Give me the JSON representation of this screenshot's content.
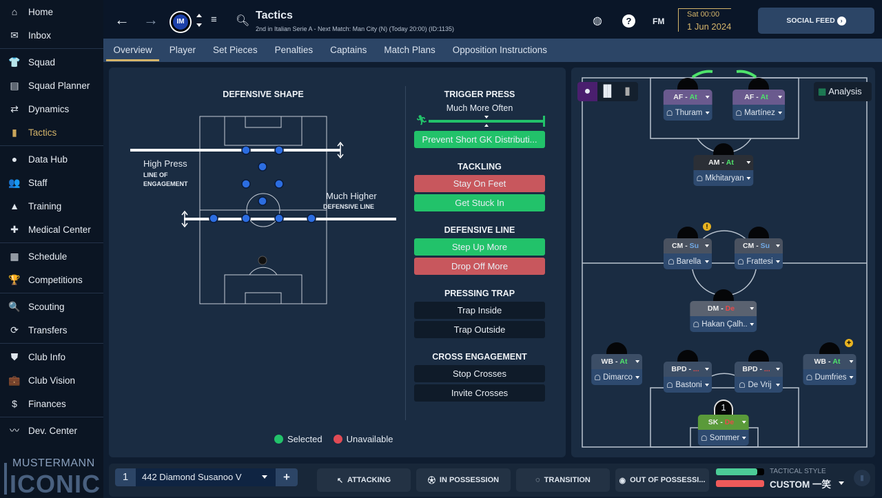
{
  "sidebar": {
    "items": [
      {
        "label": "Home",
        "icon": "home-icon",
        "g": "⌂"
      },
      {
        "label": "Inbox",
        "icon": "inbox-icon",
        "g": "✉"
      },
      {
        "label": "Squad",
        "icon": "shirt-icon",
        "g": "👕"
      },
      {
        "label": "Squad Planner",
        "icon": "clipboard-icon",
        "g": "▤"
      },
      {
        "label": "Dynamics",
        "icon": "dynamics-icon",
        "g": "⇄"
      },
      {
        "label": "Tactics",
        "icon": "tactics-icon",
        "g": "▮"
      },
      {
        "label": "Data Hub",
        "icon": "data-hub-icon",
        "g": "●"
      },
      {
        "label": "Staff",
        "icon": "staff-icon",
        "g": "👥"
      },
      {
        "label": "Training",
        "icon": "training-icon",
        "g": "▲"
      },
      {
        "label": "Medical Center",
        "icon": "medical-icon",
        "g": "✚"
      },
      {
        "label": "Schedule",
        "icon": "calendar-icon",
        "g": "▦"
      },
      {
        "label": "Competitions",
        "icon": "trophy-icon",
        "g": "🏆"
      },
      {
        "label": "Scouting",
        "icon": "search-icon",
        "g": "🔍"
      },
      {
        "label": "Transfers",
        "icon": "transfers-icon",
        "g": "⟳"
      },
      {
        "label": "Club Info",
        "icon": "shield-icon",
        "g": "⛊"
      },
      {
        "label": "Club Vision",
        "icon": "briefcase-icon",
        "g": "💼"
      },
      {
        "label": "Finances",
        "icon": "money-icon",
        "g": "$"
      },
      {
        "label": "Dev. Center",
        "icon": "dev-center-icon",
        "g": "〰"
      }
    ],
    "logo_top": "MUSTERMANN",
    "logo_bottom": "ICONIC"
  },
  "header": {
    "title": "Tactics",
    "subtitle": "2nd in Italian Serie A - Next Match: Man City (N) (Today 20:00) (ID:1135)",
    "date_day": "Sat 00:00",
    "date": "1 Jun 2024",
    "fm": "FM",
    "social_feed": "SOCIAL FEED"
  },
  "tabs": [
    "Overview",
    "Player",
    "Set Pieces",
    "Penalties",
    "Captains",
    "Match Plans",
    "Opposition Instructions"
  ],
  "defensive_shape": {
    "title": "DEFENSIVE SHAPE",
    "loe_value": "High Press",
    "loe_label": "LINE OF ENGAGEMENT",
    "dl_value": "Much Higher",
    "dl_label": "DEFENSIVE LINE"
  },
  "trigger_press": {
    "title": "TRIGGER PRESS",
    "value": "Much More Often",
    "level": 0.9,
    "button": "Prevent Short GK Distributi..."
  },
  "tackling": {
    "title": "TACKLING",
    "options": [
      "Stay On Feet",
      "Get Stuck In"
    ]
  },
  "defensive_line": {
    "title": "DEFENSIVE LINE",
    "options": [
      "Step Up More",
      "Drop Off More"
    ]
  },
  "pressing_trap": {
    "title": "PRESSING TRAP",
    "options": [
      "Trap Inside",
      "Trap Outside"
    ]
  },
  "cross_engagement": {
    "title": "CROSS ENGAGEMENT",
    "options": [
      "Stop Crosses",
      "Invite Crosses"
    ]
  },
  "legend": {
    "selected": "Selected",
    "unavailable": "Unavailable"
  },
  "colors": {
    "selected": "#22c26a",
    "unavailable": "#c8575d",
    "accent": "#d4b46a"
  },
  "pitch": {
    "analysis": "Analysis",
    "players": [
      {
        "pos": "AF",
        "duty": "At",
        "name": "Thuram"
      },
      {
        "pos": "AF",
        "duty": "At",
        "name": "Martínez"
      },
      {
        "pos": "AM",
        "duty": "At",
        "name": "Mkhitaryan"
      },
      {
        "pos": "CM",
        "duty": "Su",
        "name": "Barella"
      },
      {
        "pos": "CM",
        "duty": "Su",
        "name": "Frattesi"
      },
      {
        "pos": "DM",
        "duty": "De",
        "name": "Hakan Çalh.."
      },
      {
        "pos": "WB",
        "duty": "At",
        "name": "Dimarco"
      },
      {
        "pos": "BPD",
        "duty": "...",
        "name": "Bastoni"
      },
      {
        "pos": "BPD",
        "duty": "...",
        "name": "De Vrij"
      },
      {
        "pos": "WB",
        "duty": "At",
        "name": "Dumfries"
      },
      {
        "pos": "SK",
        "duty": "De",
        "name": "Sommer"
      }
    ]
  },
  "footer": {
    "slot": "1",
    "tactic_name": "442 Diamond Susanoo V",
    "phases": [
      "ATTACKING",
      "IN POSSESSION",
      "TRANSITION",
      "OUT OF POSSESSI..."
    ],
    "style_label": "TACTICAL STYLE",
    "style_value": "CUSTOM 一笑"
  }
}
